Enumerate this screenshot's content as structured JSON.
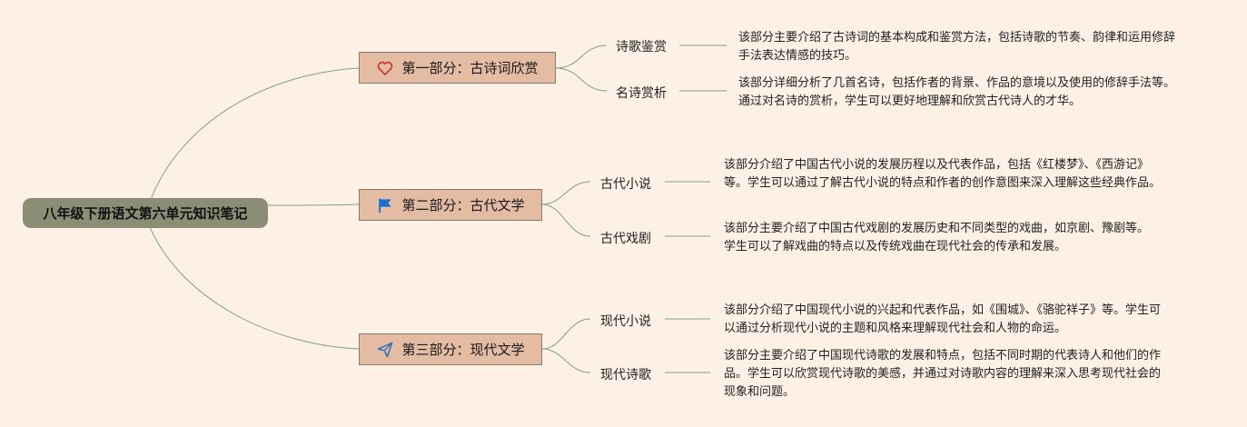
{
  "root": {
    "title": "八年级下册语文第六单元知识笔记"
  },
  "sections": [
    {
      "title": "第一部分：古诗词欣赏",
      "icon": "heart-icon",
      "children": [
        {
          "label": "诗歌鉴赏",
          "desc": "该部分主要介绍了古诗词的基本构成和鉴赏方法，包括诗歌的节奏、韵律和运用修辞手法表达情感的技巧。"
        },
        {
          "label": "名诗赏析",
          "desc": "该部分详细分析了几首名诗，包括作者的背景、作品的意境以及使用的修辞手法等。通过对名诗的赏析，学生可以更好地理解和欣赏古代诗人的才华。"
        }
      ]
    },
    {
      "title": "第二部分：古代文学",
      "icon": "flag-icon",
      "children": [
        {
          "label": "古代小说",
          "desc": "该部分介绍了中国古代小说的发展历程以及代表作品，包括《红楼梦》、《西游记》等。学生可以通过了解古代小说的特点和作者的创作意图来深入理解这些经典作品。"
        },
        {
          "label": "古代戏剧",
          "desc": "该部分主要介绍了中国古代戏剧的发展历史和不同类型的戏曲，如京剧、豫剧等。学生可以了解戏曲的特点以及传统戏曲在现代社会的传承和发展。"
        }
      ]
    },
    {
      "title": "第三部分：现代文学",
      "icon": "paper-plane-icon",
      "children": [
        {
          "label": "现代小说",
          "desc": "该部分介绍了中国现代小说的兴起和代表作品，如《围城》、《骆驼祥子》等。学生可以通过分析现代小说的主题和风格来理解现代社会和人物的命运。"
        },
        {
          "label": "现代诗歌",
          "desc": "该部分主要介绍了中国现代诗歌的发展和特点，包括不同时期的代表诗人和他们的作品。学生可以欣赏现代诗歌的美感，并通过对诗歌内容的理解来深入思考现代社会的现象和问题。"
        }
      ]
    }
  ],
  "colors": {
    "background": "#fdf1e6",
    "root": "#8b8e74",
    "section": "#e4bba3",
    "line": "#7f9e8b"
  }
}
